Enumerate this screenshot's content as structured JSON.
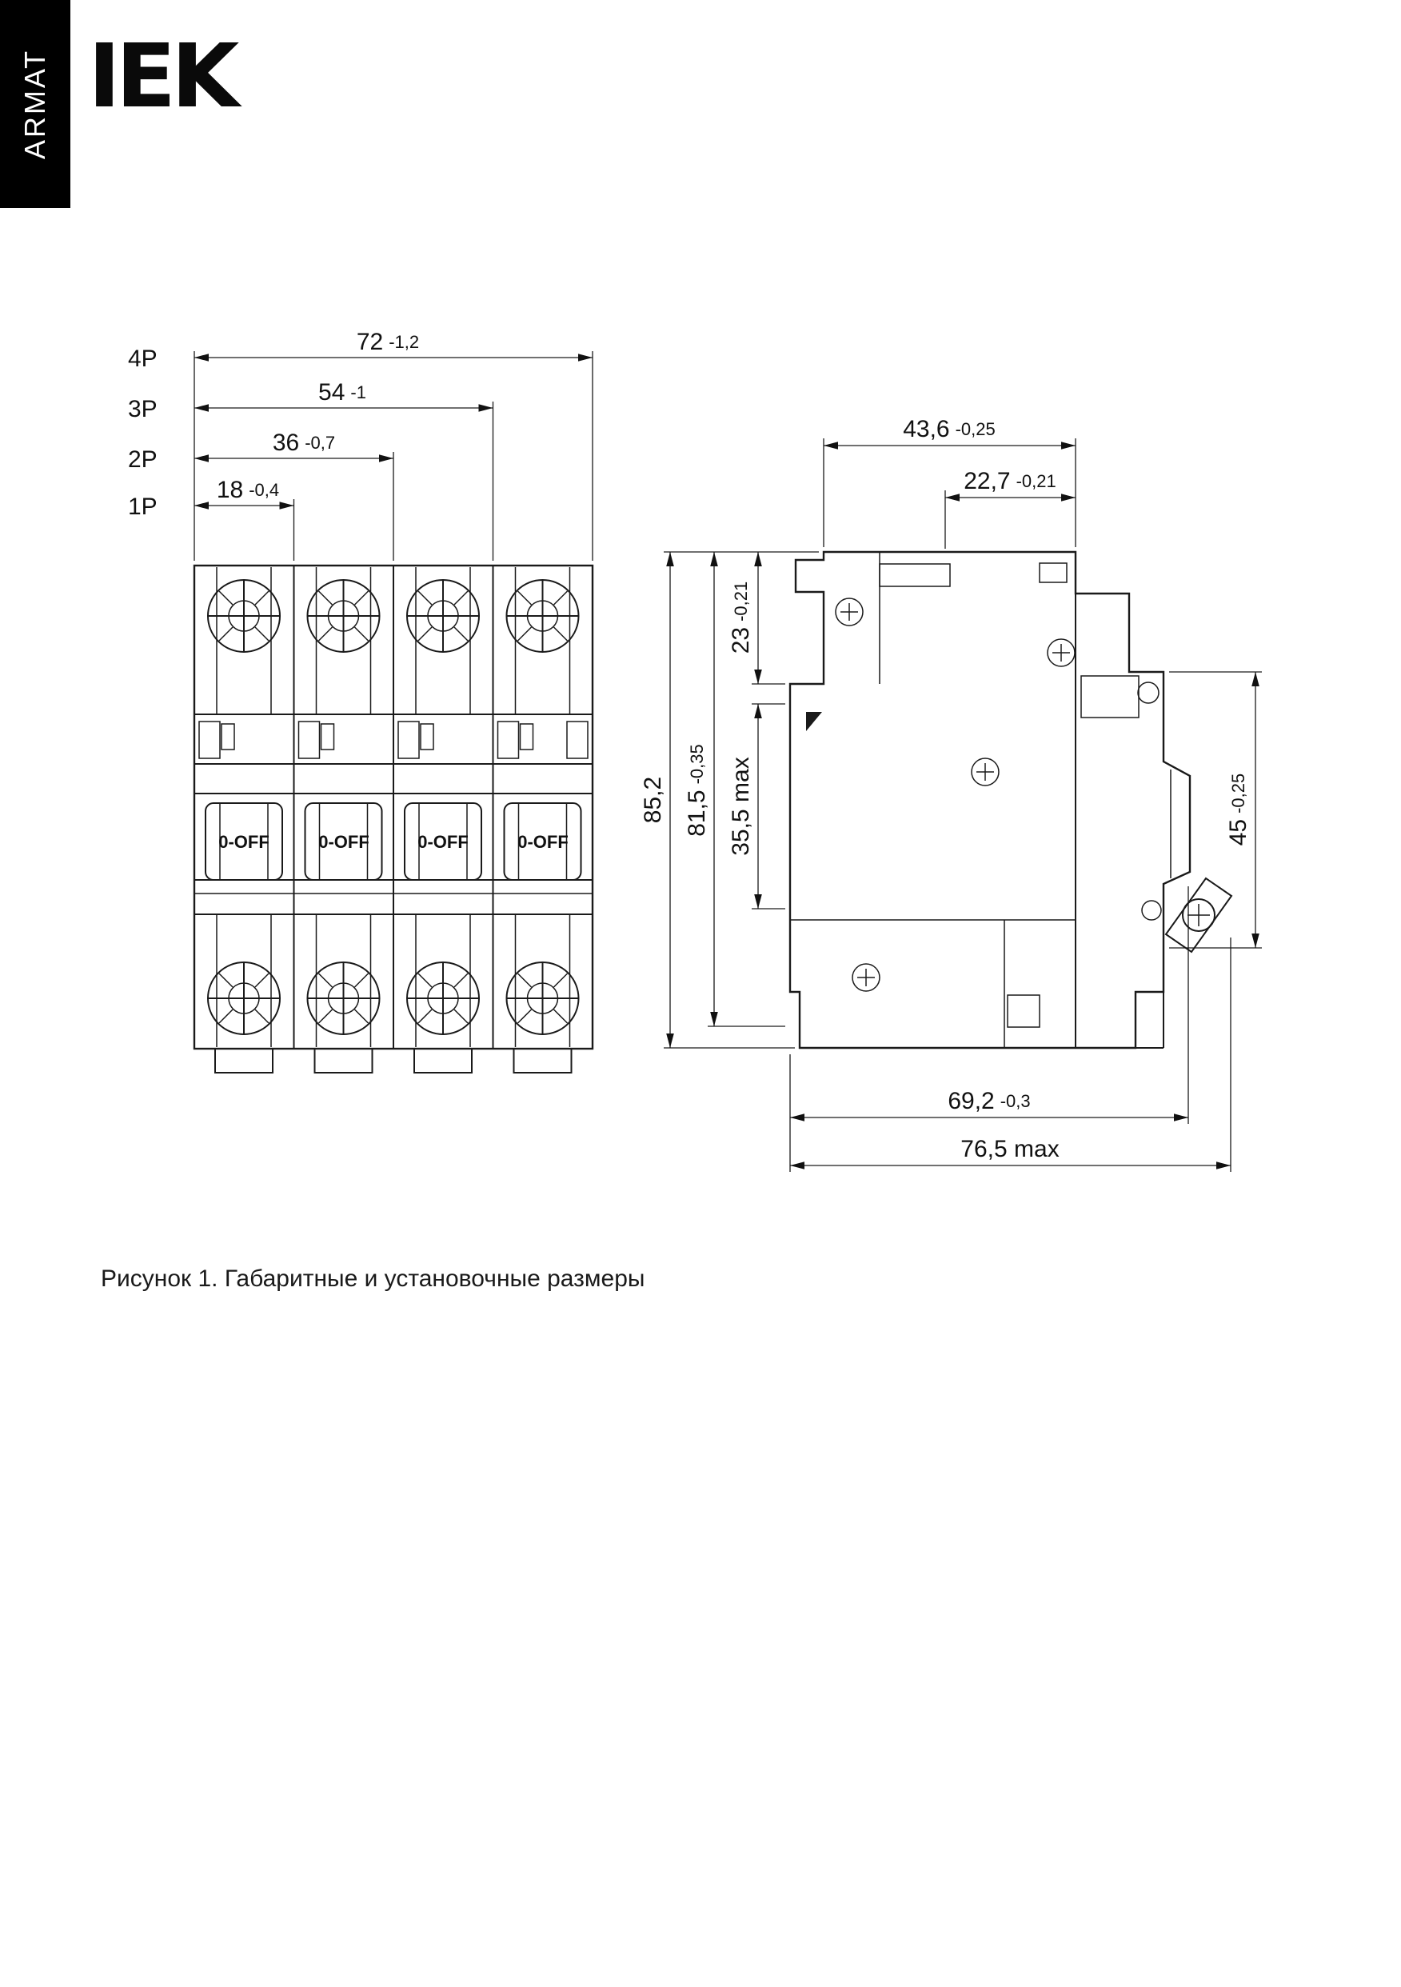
{
  "page": {
    "caption": "Рисунок 1. Габаритные и установочные размеры"
  },
  "brand": {
    "logo_text": "IEK",
    "vertical_label": "ARMAT"
  },
  "front_view": {
    "switch_label": "0-OFF",
    "dims": [
      {
        "pole": "4P",
        "value": "72",
        "tol": "-1,2"
      },
      {
        "pole": "3P",
        "value": "54",
        "tol": "-1"
      },
      {
        "pole": "2P",
        "value": "36",
        "tol": "-0,7"
      },
      {
        "pole": "1P",
        "value": "18",
        "tol": "-0,4"
      }
    ]
  },
  "side_view": {
    "width_top": {
      "value": "43,6",
      "tol": "-0,25"
    },
    "width_terminal": {
      "value": "22,7",
      "tol": "-0,21"
    },
    "height_overall": {
      "value": "85,2",
      "tol": ""
    },
    "height_body": {
      "value": "81,5",
      "tol": "-0,35"
    },
    "depth_top": {
      "value": "23",
      "tol": "-0,21"
    },
    "depth_mid_max": {
      "value": "35,5 max",
      "tol": ""
    },
    "front_height": {
      "value": "45",
      "tol": "-0,25"
    },
    "depth_bottom": {
      "value": "69,2",
      "tol": "-0,3"
    },
    "depth_bottom_max": {
      "value": "76,5 max",
      "tol": ""
    }
  }
}
